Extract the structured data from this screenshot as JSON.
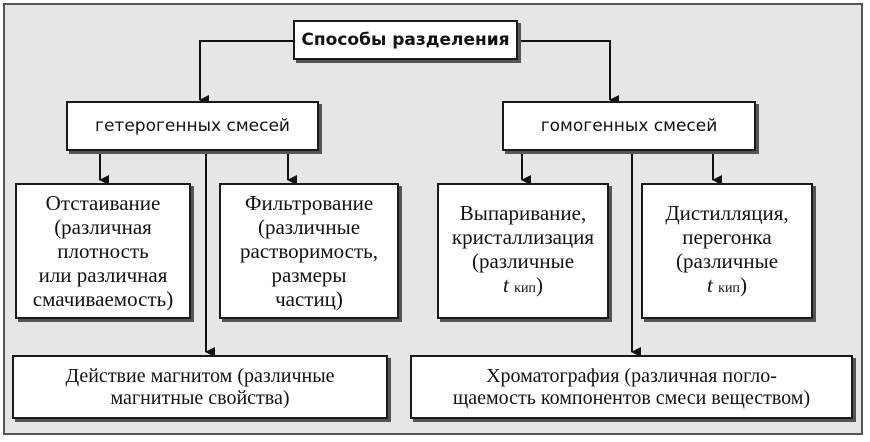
{
  "root": {
    "label": "Способы разделения"
  },
  "groups": {
    "heterogeneous": "гетерогенных смесей",
    "homogeneous": "гомогенных смесей"
  },
  "methods": {
    "settling": "Отстаивание\n(различная\nплотность\nили различная\nсмачиваемость)",
    "filtration": "Фильтрование\n(различные\nрастворимость,\nразмеры\nчастиц)",
    "evaporation_text": "Выпаривание,\nкристаллизация\n(различные",
    "evaporation_t": "t",
    "evaporation_sub": "кип",
    "evaporation_close": ")",
    "distillation_text": "Дистилляция,\nперегонка\n(различные",
    "distillation_t": "t",
    "distillation_sub": "кип",
    "distillation_close": ")",
    "magnet": "Действие магнитом (различные\nмагнитные свойства)",
    "chromatography": "Хроматография (различная погло-\nщаемость компонентов смеси веществом)"
  }
}
